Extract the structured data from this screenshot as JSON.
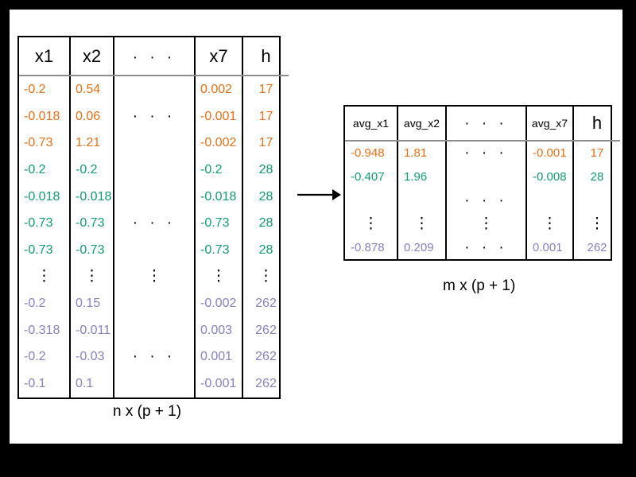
{
  "colors": {
    "group_1": "#E2711D",
    "group_2": "#149B6E",
    "group_3": "#8782C4",
    "text": "#000000",
    "border": "#000000",
    "header_rule": "#8c8c8c",
    "canvas": "#ffffff",
    "frame": "#000000"
  },
  "glyphs": {
    "hdots": "· · ·",
    "vdots": "⋮",
    "arrow": "arrow-right-icon"
  },
  "left_matrix": {
    "name": "n-by-p-plus-1-matrix",
    "caption": "n x (p + 1)",
    "headers": [
      "x1",
      "x2",
      "· · ·",
      "x7",
      "h"
    ],
    "rows": [
      {
        "kind": "data",
        "color": "group_1",
        "cells": [
          "-0.2",
          "0.54",
          "",
          "0.002",
          "17"
        ]
      },
      {
        "kind": "data",
        "color": "group_1",
        "cells": [
          "-0.018",
          "0.06",
          "· · ·",
          "-0.001",
          "17"
        ]
      },
      {
        "kind": "data",
        "color": "group_1",
        "cells": [
          "-0.73",
          "1.21",
          "",
          "-0.002",
          "17"
        ]
      },
      {
        "kind": "data",
        "color": "group_2",
        "cells": [
          "-0.2",
          "-0.2",
          "",
          "-0.2",
          "28"
        ]
      },
      {
        "kind": "data",
        "color": "group_2",
        "cells": [
          "-0.018",
          "-0.018",
          "",
          "-0.018",
          "28"
        ]
      },
      {
        "kind": "data",
        "color": "group_2",
        "cells": [
          "-0.73",
          "-0.73",
          "· · ·",
          "-0.73",
          "28"
        ]
      },
      {
        "kind": "data",
        "color": "group_2",
        "cells": [
          "-0.73",
          "-0.73",
          "",
          "-0.73",
          "28"
        ]
      },
      {
        "kind": "vdots",
        "color": "text",
        "cells": [
          "⋮",
          "⋮",
          "⋮",
          "⋮",
          "⋮"
        ]
      },
      {
        "kind": "data",
        "color": "group_3",
        "cells": [
          "-0.2",
          "0.15",
          "",
          "-0.002",
          "262"
        ]
      },
      {
        "kind": "data",
        "color": "group_3",
        "cells": [
          "-0.318",
          "-0.011",
          "",
          "0.003",
          "262"
        ]
      },
      {
        "kind": "data",
        "color": "group_3",
        "cells": [
          "-0.2",
          "-0.03",
          "· · ·",
          "0.001",
          "262"
        ]
      },
      {
        "kind": "data",
        "color": "group_3",
        "cells": [
          "-0.1",
          "0.1",
          "",
          "-0.001",
          "262"
        ]
      }
    ]
  },
  "right_matrix": {
    "name": "m-by-p-plus-1-matrix",
    "caption": "m x (p + 1)",
    "headers": [
      "avg_x1",
      "avg_x2",
      "· · ·",
      "avg_x7",
      "h"
    ],
    "rows": [
      {
        "kind": "data",
        "color": "group_1",
        "cells": [
          "-0.948",
          "1.81",
          "· · ·",
          "-0.001",
          "17"
        ]
      },
      {
        "kind": "data",
        "color": "group_2",
        "cells": [
          "-0.407",
          "1.96",
          "",
          "-0.008",
          "28"
        ]
      },
      {
        "kind": "hdots",
        "color": "text",
        "cells": [
          "",
          "",
          "· · ·",
          "",
          ""
        ]
      },
      {
        "kind": "vdots",
        "color": "text",
        "cells": [
          "⋮",
          "⋮",
          "⋮",
          "⋮",
          "⋮"
        ]
      },
      {
        "kind": "data",
        "color": "group_3",
        "cells": [
          "-0.878",
          "0.209",
          "· · ·",
          "0.001",
          "262"
        ]
      }
    ]
  }
}
